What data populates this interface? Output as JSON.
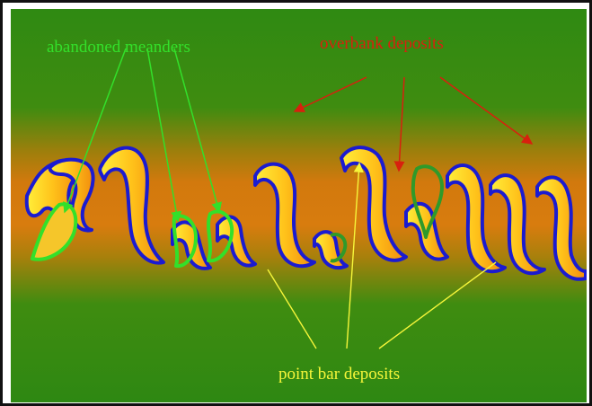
{
  "labels": {
    "abandoned_meanders": "abandoned meanders",
    "overbank_deposits": "overbank deposits",
    "point_bar_deposits": "point bar deposits"
  },
  "colors": {
    "floodplain_green": "#2f8a12",
    "belt_orange": "#d37b0e",
    "point_bar_yellow": "#ffd21c",
    "channel_outline_blue": "#1b1bd0",
    "abandoned_green": "#33e02a",
    "overbank_label_red": "#d8200e",
    "pointbar_label_yellow": "#f6f63a"
  },
  "icons": [
    "annotation-arrow",
    "leader-line"
  ]
}
